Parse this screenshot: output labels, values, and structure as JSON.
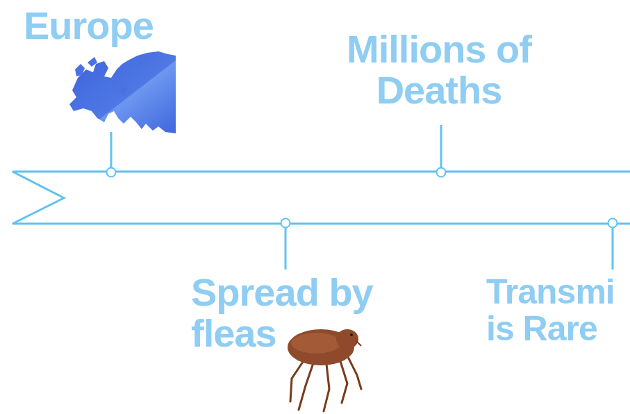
{
  "diagram": {
    "labels": [
      "Europe",
      "Millions of Deaths",
      "Spread by fleas",
      "Transmi is Rare"
    ]
  }
}
